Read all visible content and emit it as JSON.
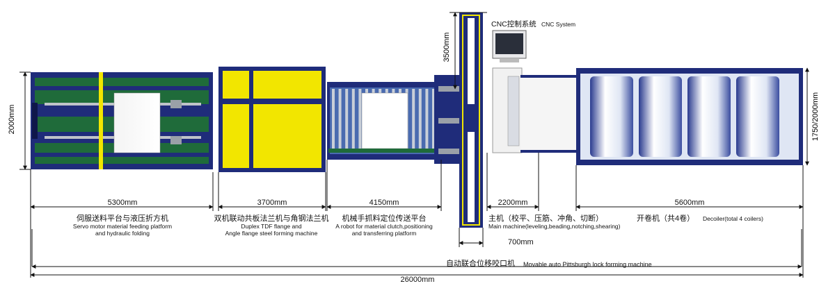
{
  "cnc": {
    "label_cn": "CNC控制系统",
    "label_en": "CNC System"
  },
  "dims": {
    "height_left": "2000mm",
    "height_right": "1750/2000mm",
    "tower": "3500mm",
    "seg1": "5300mm",
    "seg2": "3700mm",
    "seg3": "4150mm",
    "seg4": "2200mm",
    "seg5": "5600mm",
    "lock_width": "700mm",
    "total": "26000mm"
  },
  "sections": {
    "s1": {
      "cn": "伺服送料平台与液压折方机",
      "en1": "Servo motor material feeding platform",
      "en2": "and hydraulic folding"
    },
    "s2": {
      "cn": "双机联动共板法兰机与角钢法兰机",
      "en1": "Duplex TDF flange and",
      "en2": "Angle flange steel forming machine"
    },
    "s3": {
      "cn": "机械手抓料定位传送平台",
      "en1": "A robot for material clutch,positioning",
      "en2": "and transferring platform"
    },
    "s4": {
      "cn": "主机（校平、压筋、冲角、切断）",
      "en1": "Main machine(leveling,beading,notching,shearing)"
    },
    "s5": {
      "cn": "开卷机（共4卷）",
      "en1": "Decoiler(total 4 coilers)"
    },
    "s6": {
      "cn": "自动联合位移咬口机",
      "en1": "Movable auto Pittsburgh lock forming machine"
    }
  },
  "colors": {
    "navy": "#1f2c7a",
    "green": "#1f6b3a",
    "yellow": "#f2e600",
    "coil": "#e6ecf5"
  }
}
